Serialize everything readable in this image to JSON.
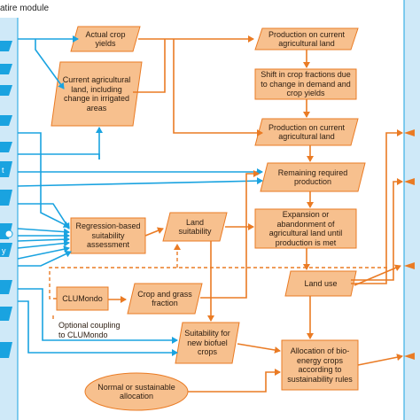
{
  "header": "atire module",
  "left_labels": [
    "t",
    "y"
  ],
  "nodes": {
    "actual_crop_yields": "Actual crop yields",
    "current_agri_land": "Current agricultural land, including change in irrigated areas",
    "production_current_1": "Production on current agricultural land",
    "shift_crop_fractions": "Shift in crop fractions due to change in demand and crop yields",
    "production_current_2": "Production on current agricultural land",
    "remaining_production": "Remaining required production",
    "regression_suitability": "Regression-based suitability assessment",
    "land_suitability": "Land suitability",
    "expansion_abandonment": "Expansion or abandonment of agricultural land until production is met",
    "clumondo": "CLUMondo",
    "crop_grass_fraction": "Crop and grass fraction",
    "land_use": "Land use",
    "optional_coupling": "Optional coupling to CLUMondo",
    "suitability_biofuel": "Suitability for new biofuel crops",
    "allocation_bioenergy": "Allocation of bio-energy crops according to sustainability rules",
    "normal_sustainable": "Normal or sustainable allocation"
  },
  "colors": {
    "orange_fill": "#f7c08e",
    "orange_stroke": "#ea7b24",
    "blue_stroke": "#1aa3e0",
    "panel_blue": "#cfe9f8"
  }
}
